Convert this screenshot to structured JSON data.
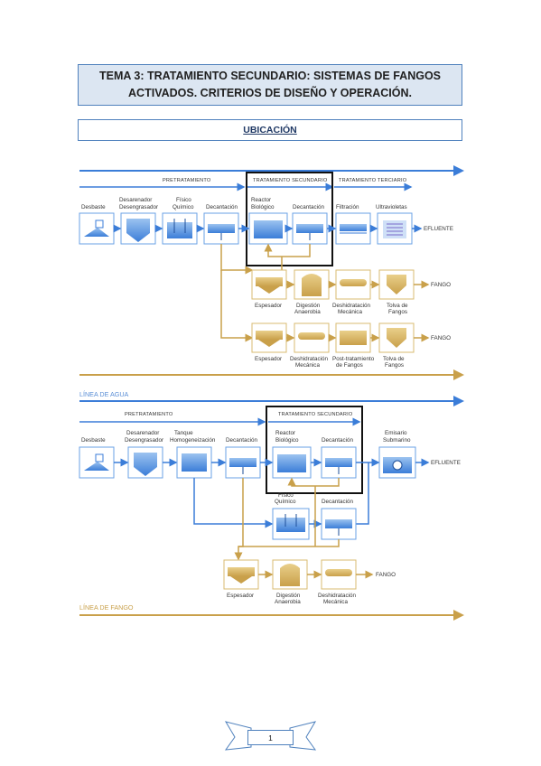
{
  "header": {
    "title": "TEMA 3: TRATAMIENTO SECUNDARIO: SISTEMAS DE FANGOS ACTIVADOS. CRITERIOS DE DISEÑO Y OPERACIÓN.",
    "section": "UBICACIÓN"
  },
  "diagram1": {
    "sections": {
      "pre": "PRETRATAMIENTO",
      "sec": "TRATAMIENTO SECUNDARIO",
      "ter": "TRATAMIENTO TERCIARIO"
    },
    "water": {
      "desbaste": "Desbaste",
      "desarenador1": "Desarenador",
      "desarenador2": "Desengrasador",
      "fisico1": "Físico",
      "fisico2": "Químico",
      "decantacion1": "Decantación",
      "reactor1": "Reactor",
      "reactor2": "Biológico",
      "decantacion2": "Decantación",
      "filtracion": "Filtración",
      "uv": "Ultravioletas",
      "efluente": "EFLUENTE"
    },
    "sludge_row1": {
      "espesador": "Espesador",
      "digestion1": "Digestión",
      "digestion2": "Anaerobia",
      "deshidratacion1": "Deshidratación",
      "deshidratacion2": "Mecánica",
      "tolva1": "Tolva de",
      "tolva2": "Fangos",
      "fango": "FANGO"
    },
    "sludge_row2": {
      "espesador": "Espesador",
      "deshidratacion1": "Deshidratación",
      "deshidratacion2": "Mecánica",
      "post1": "Post-tratamiento",
      "post2": "de Fangos",
      "tolva1": "Tolva de",
      "tolva2": "Fangos",
      "fango": "FANGO"
    }
  },
  "diagram2": {
    "line_agua": "LÍNEA DE AGUA",
    "line_fango": "LÍNEA DE FANGO",
    "sections": {
      "pre": "PRETRATAMIENTO",
      "sec": "TRATAMIENTO SECUNDARIO"
    },
    "water": {
      "desbaste": "Desbaste",
      "desarenador1": "Desarenador",
      "desarenador2": "Desengrasador",
      "tanque1": "Tanque",
      "tanque2": "Homogeneización",
      "decantacion1": "Decantación",
      "reactor1": "Reactor",
      "reactor2": "Biológico",
      "decantacion2": "Decantación",
      "emisario1": "Emisario",
      "emisario2": "Submarino",
      "efluente": "EFLUENTE"
    },
    "branch": {
      "fisico1": "Físico",
      "fisico2": "Químico",
      "decantacion": "Decantación"
    },
    "sludge": {
      "espesador": "Espesador",
      "digestion1": "Digestión",
      "digestion2": "Anaerobia",
      "deshidratacion1": "Deshidratación",
      "deshidratacion2": "Mecánica",
      "fango": "FANGO"
    }
  },
  "footer": {
    "page_number": "1"
  },
  "colors": {
    "water_line": "#3b7dd8",
    "sludge_line": "#c9a04a",
    "title_bg": "#dce6f2",
    "title_border": "#4f81bd"
  }
}
